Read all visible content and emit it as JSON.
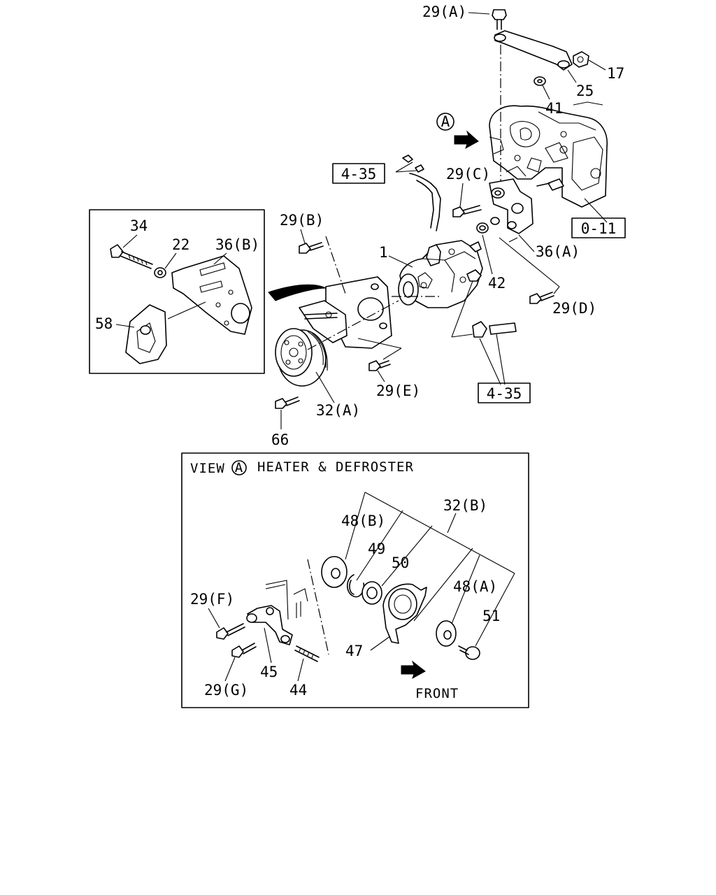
{
  "labels": {
    "l29a": "29(A)",
    "l17": "17",
    "l25": "25",
    "l41": "41",
    "l29c": "29(C)",
    "l29b": "29(B)",
    "l34": "34",
    "l22": "22",
    "l36b": "36(B)",
    "l58": "58",
    "l1": "1",
    "l42": "42",
    "l36a": "36(A)",
    "l29d": "29(D)",
    "l29e": "29(E)",
    "l32a": "32(A)",
    "l66": "66",
    "l48b": "48(B)",
    "l32b": "32(B)",
    "l49": "49",
    "l50": "50",
    "l48a": "48(A)",
    "l29f": "29(F)",
    "l51": "51",
    "l47": "47",
    "l45": "45",
    "l44": "44",
    "l29g": "29(G)"
  },
  "view_marker": "A",
  "refs": {
    "r435_top": "4-35",
    "r011": "0-11",
    "r435_bottom": "4-35"
  },
  "view_box": {
    "prefix": "VIEW",
    "marker": "A",
    "title": "HEATER & DEFROSTER",
    "front_label": "FRONT"
  }
}
